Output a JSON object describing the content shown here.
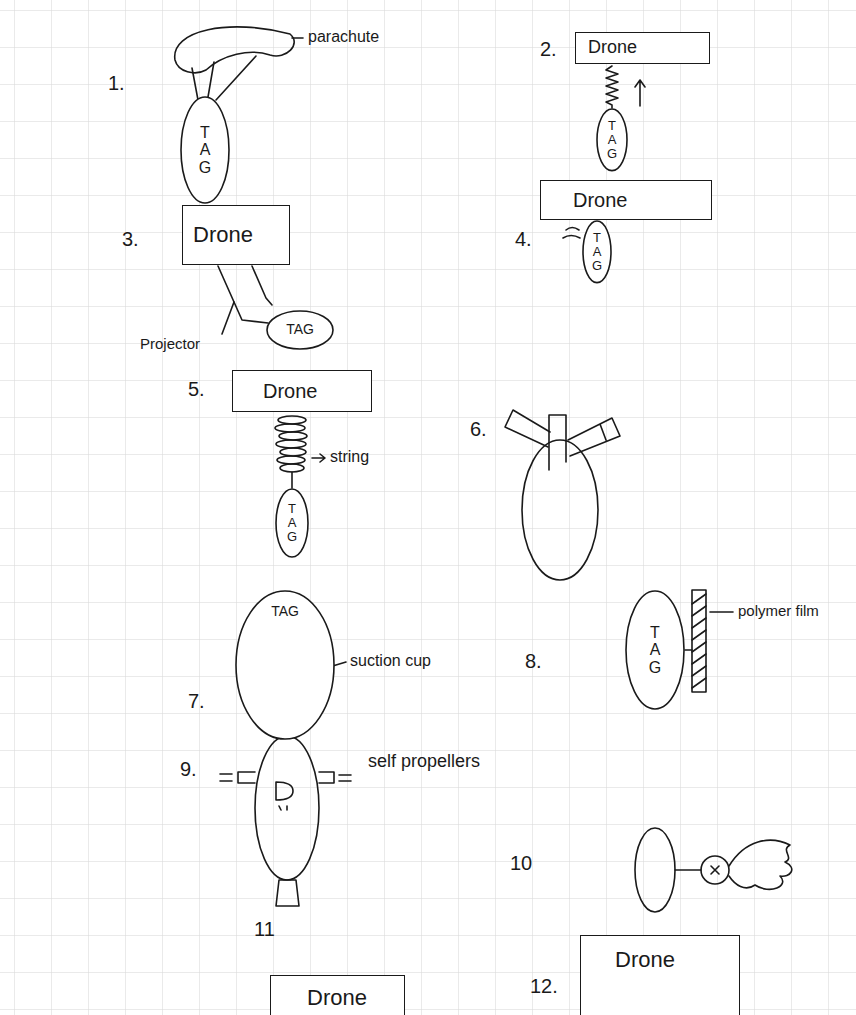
{
  "diagram": {
    "nodes": [
      {
        "text": [
          "TAG"
        ]
      },
      {
        "text": [
          "Drone"
        ]
      },
      {
        "text": [
          "TAG"
        ]
      },
      {
        "text": [
          "Drone"
        ]
      },
      {
        "text": [
          "TAG"
        ]
      },
      {
        "text": [
          "Drone"
        ]
      },
      {
        "text": [
          "TAG"
        ]
      },
      {
        "text": [
          "Drone"
        ]
      },
      {
        "text": [
          "TAG"
        ]
      },
      {
        "text": [
          "TAG"
        ]
      },
      {
        "text": [
          "TAG"
        ]
      },
      {
        "text": [
          "Drone"
        ]
      },
      {
        "text": [
          "Drone"
        ]
      }
    ],
    "labels": [
      "1.",
      "parachute",
      "2.",
      "3.",
      "Projector",
      "4.",
      "5.",
      "string",
      "6.",
      "7.",
      "suction cup",
      "8.",
      "polymer film",
      "9.",
      "self propellers",
      "10",
      "11",
      "12."
    ]
  }
}
